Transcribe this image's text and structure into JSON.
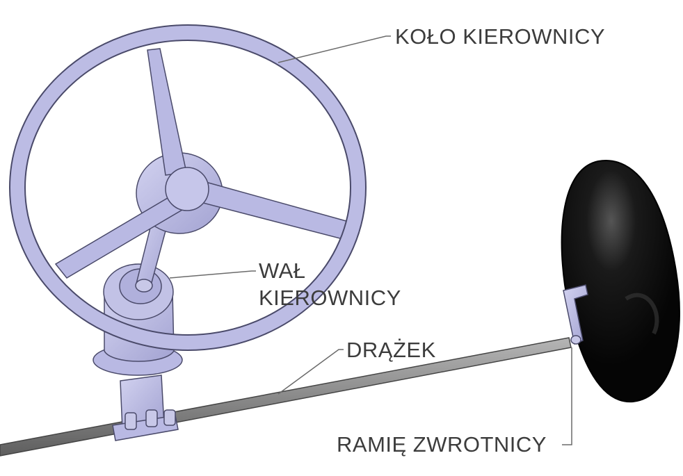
{
  "labels": {
    "steering_wheel": "KOŁO KIEROWNICY",
    "steering_shaft_line1": "WAŁ",
    "steering_shaft_line2": "KIEROWNICY",
    "tie_rod": "DRĄŻEK",
    "steering_arm": "RAMIĘ ZWROTNICY"
  },
  "colors": {
    "part_fill": "#b9b9e3",
    "part_stroke": "#4a4a6a",
    "rod_fill": "#8e8e8e",
    "tire_fill": "#0b0b0b",
    "leader_line": "#6a6a6a",
    "label_text": "#3c3c3c"
  }
}
